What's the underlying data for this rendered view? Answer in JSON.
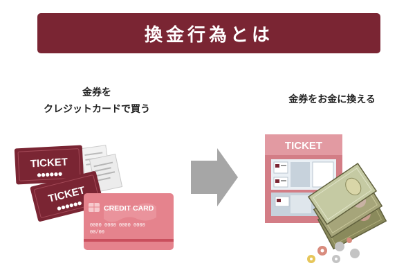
{
  "header": {
    "title": "換金行為とは"
  },
  "left": {
    "caption_line1": "金券を",
    "caption_line2": "クレジットカードで買う"
  },
  "right": {
    "caption": "金券をお金に換える"
  },
  "ticket_label": "TICKET",
  "ticket_dots": "●●●●●●",
  "card": {
    "brand": "CREDIT CARD",
    "number": "0000 0000 0000 0000",
    "expiry": "00/00"
  },
  "machine": {
    "label": "TICKET"
  },
  "colors": {
    "banner": "#7a2533",
    "ticket": "#7a2533",
    "card": "#e5838d",
    "machine": "#d37d86",
    "arrow": "#a6a6a6",
    "bill": "#8a8a5c"
  },
  "icons": [
    "arrow-right-icon",
    "coin-icon",
    "banknote-icon",
    "receipt-icon",
    "chip-icon"
  ]
}
